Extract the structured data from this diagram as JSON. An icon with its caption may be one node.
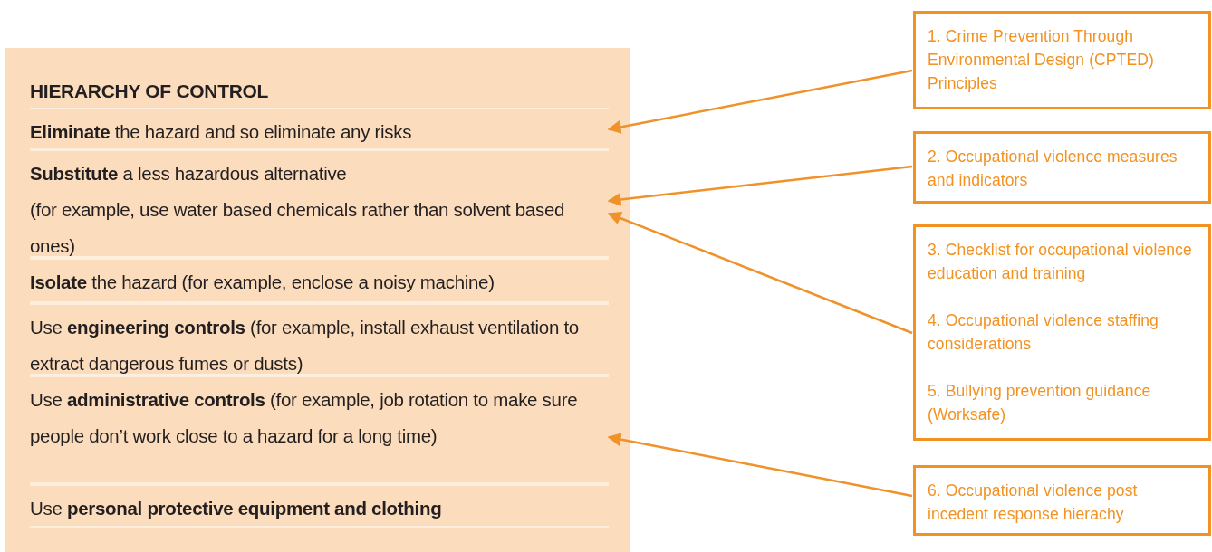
{
  "diagram": {
    "nodes": [
      {
        "text": [
          "HIERARCHY OF CONTROL"
        ]
      },
      {
        "text": [
          "**Eliminate** the hazard and so eliminate any risks"
        ],
        "in": 0
      },
      {
        "text": [
          "**Substitute** a less hazardous alternative",
          "(for example, use water based chemicals rather than solvent based ones)"
        ],
        "in": 0
      },
      {
        "text": [
          "**Isolate** the hazard (for example, enclose a noisy machine)"
        ],
        "in": 0
      },
      {
        "text": [
          "Use **engineering controls** (for example, install exhaust ventilation to extract dangerous fumes or dusts)"
        ],
        "in": 0
      },
      {
        "text": [
          "Use **administrative controls** (for example, job rotation to make sure people don’t work close to a hazard for a long time)"
        ],
        "in": 0
      },
      {
        "text": [
          "Use **personal protective equipment and clothing**"
        ],
        "in": 0
      },
      {
        "text": [
          "1. Crime Prevention Through Environmental Design (CPTED) Principles"
        ]
      },
      {
        "text": [
          "2. Occupational violence measures and indicators"
        ]
      },
      {
        "text": [
          "3. Checklist for occupational violence education and training",
          "4. Occupational violence staffing considerations",
          "5. Bullying prevention guidance (Worksafe)"
        ]
      },
      {
        "text": [
          "6. Occupational violence post incedent response hierachy"
        ]
      }
    ],
    "edges": [
      {
        "from": 7,
        "to": 1,
        "arrow": "to"
      },
      {
        "from": 8,
        "to": 2,
        "arrow": "to"
      },
      {
        "from": 9,
        "to": 2,
        "arrow": "to"
      },
      {
        "from": 10,
        "to": 5,
        "arrow": "to"
      }
    ]
  }
}
